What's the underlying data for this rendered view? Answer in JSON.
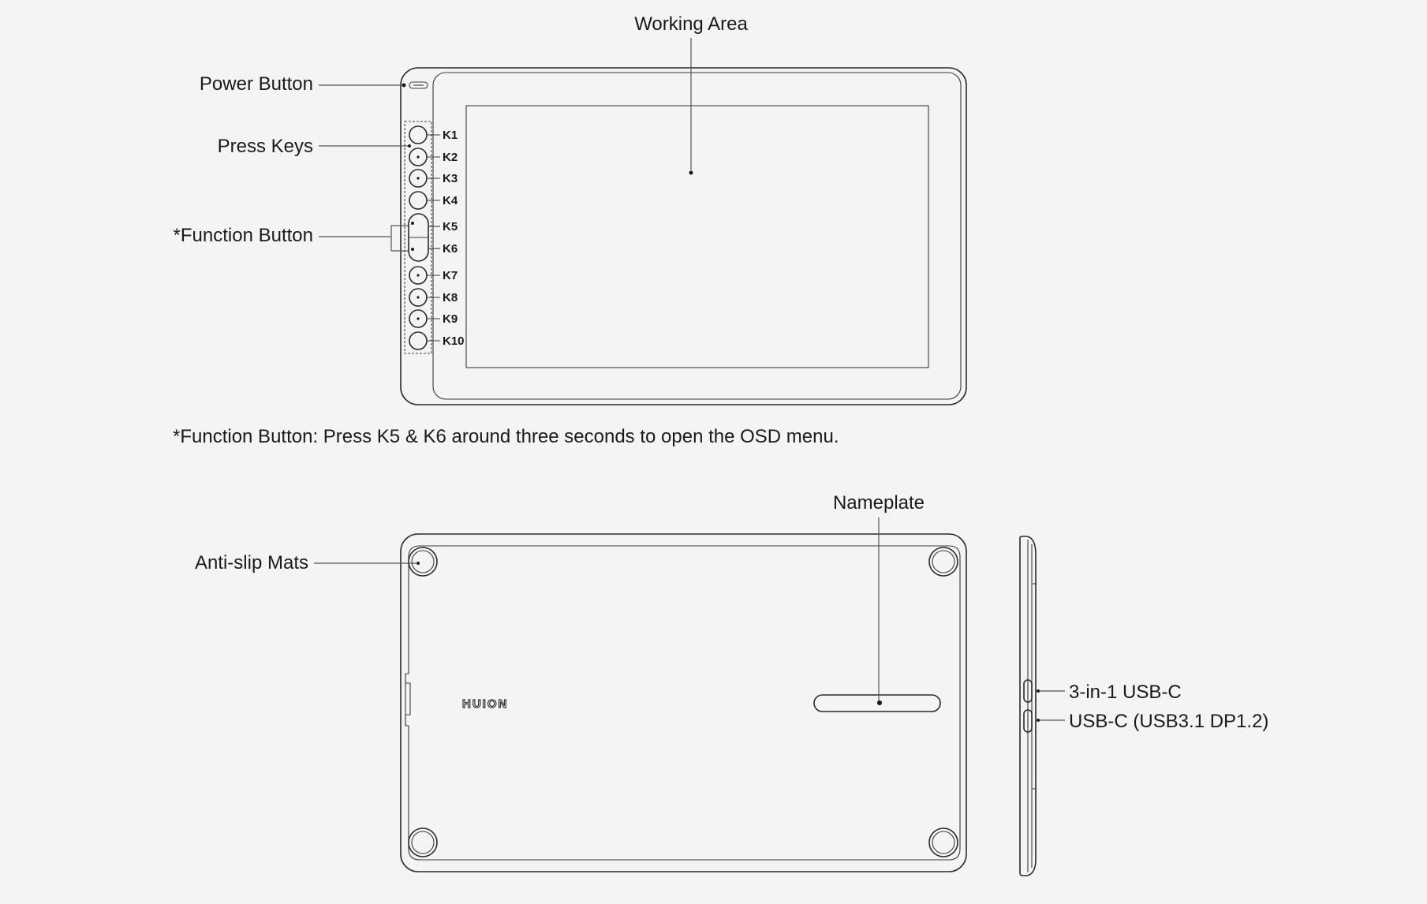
{
  "labels": {
    "working_area": "Working Area",
    "power_button": "Power Button",
    "press_keys": "Press Keys",
    "function_button": "*Function Button",
    "note": "*Function Button: Press K5 & K6 around three seconds to open the OSD menu.",
    "nameplate": "Nameplate",
    "anti_slip_mats": "Anti-slip Mats",
    "usb_c_3in1": "3-in-1 USB-C",
    "usb_c_dp": "USB-C (USB3.1 DP1.2)",
    "logo": "HUION"
  },
  "keys": [
    "K1",
    "K2",
    "K3",
    "K4",
    "K5",
    "K6",
    "K7",
    "K8",
    "K9",
    "K10"
  ]
}
